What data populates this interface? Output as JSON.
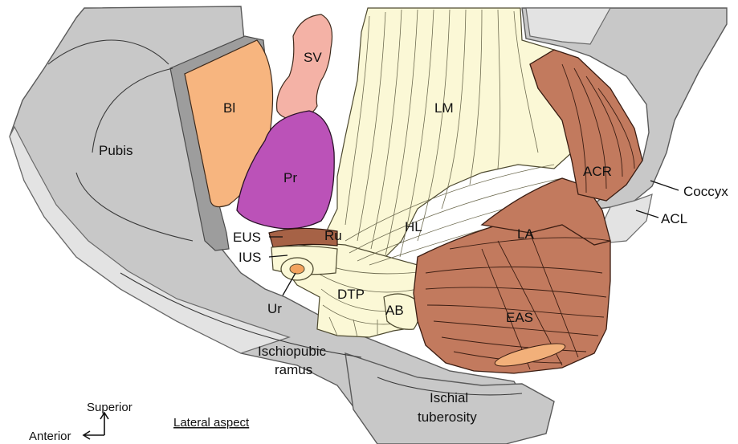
{
  "colors": {
    "bone": "#c8c8c8",
    "bone_light": "#e3e3e3",
    "bladder": "#f7b57f",
    "seminal_vesicle": "#f4b2a6",
    "prostate": "#bb52b8",
    "levator_muscle": "#fbf8d6",
    "sphincter_muscle": "#c27a5e",
    "urethra_lumen": "#f2a35e"
  },
  "labels": {
    "pubis": "Pubis",
    "bladder": "Bl",
    "seminal_vesicle": "SV",
    "prostate": "Pr",
    "lm": "LM",
    "hl": "HL",
    "ru": "Ru",
    "eus": "EUS",
    "ius": "IUS",
    "ur": "Ur",
    "dtp": "DTP",
    "ab": "AB",
    "eas": "EAS",
    "la": "LA",
    "acr": "ACR",
    "coccyx": "Coccyx",
    "acl": "ACL",
    "ischiopubic_ramus_line1": "Ischiopubic",
    "ischiopubic_ramus_line2": "ramus",
    "ischial_tuberosity_line1": "Ischial",
    "ischial_tuberosity_line2": "tuberosity"
  },
  "orientation": {
    "superior": "Superior",
    "anterior": "Anterior",
    "view": "Lateral aspect"
  }
}
